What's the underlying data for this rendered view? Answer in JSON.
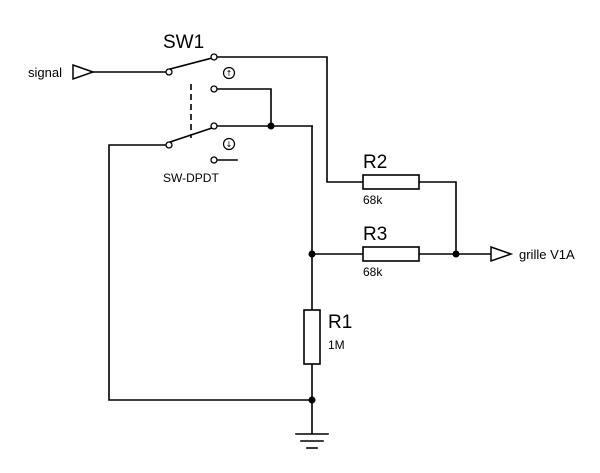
{
  "switch": {
    "ref": "SW1",
    "type": "SW-DPDT",
    "up_symbol": "↑",
    "down_symbol": "↓"
  },
  "ports": {
    "input": "signal",
    "output": "grille V1A"
  },
  "resistors": [
    {
      "ref": "R2",
      "value": "68k"
    },
    {
      "ref": "R3",
      "value": "68k"
    },
    {
      "ref": "R1",
      "value": "1M"
    }
  ]
}
